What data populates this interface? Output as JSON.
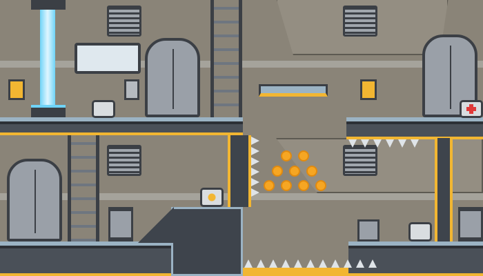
{
  "scene": {
    "type": "sci-fi platformer level",
    "coins": 9,
    "doors": 3,
    "ladders": 2,
    "icons": [
      "laser-beam",
      "coin",
      "spike",
      "door",
      "ladder",
      "vent",
      "medkit",
      "radiation-crate",
      "keypad",
      "turret"
    ]
  },
  "colors": {
    "background": "#8a8478",
    "floor_trim": "#9bb3c4",
    "hazard_yellow": "#f2b632",
    "coin": "#f6a623",
    "laser": "#6fd3f7",
    "medkit_red": "#e03a3a"
  }
}
